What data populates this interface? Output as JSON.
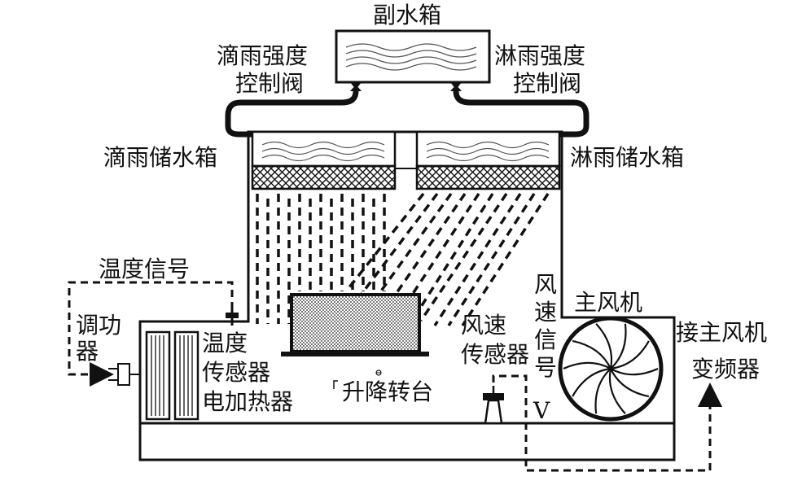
{
  "labels": {
    "aux_tank": "副水箱",
    "drip_valve_1": "滴雨强度",
    "drip_valve_2": "控制阀",
    "shower_valve_1": "淋雨强度",
    "shower_valve_2": "控制阀",
    "drip_tank": "滴雨储水箱",
    "shower_tank": "淋雨储水箱",
    "temp_signal": "温度信号",
    "regulator_1": "调功",
    "regulator_2": "器",
    "temp_sensor_1": "温度",
    "temp_sensor_2": "传感器",
    "heater": "电加热器",
    "lift_table": "升降转台",
    "wind_sensor_1": "风速",
    "wind_sensor_2": "传感器",
    "wind_signal_1": "风",
    "wind_signal_2": "速",
    "wind_signal_3": "信",
    "wind_signal_4": "号",
    "main_fan": "主风机",
    "fan_vfd_1": "接主风机",
    "fan_vfd_2": "变频器",
    "voltage": "V"
  },
  "colors": {
    "line": "#111111",
    "background": "#ffffff"
  }
}
